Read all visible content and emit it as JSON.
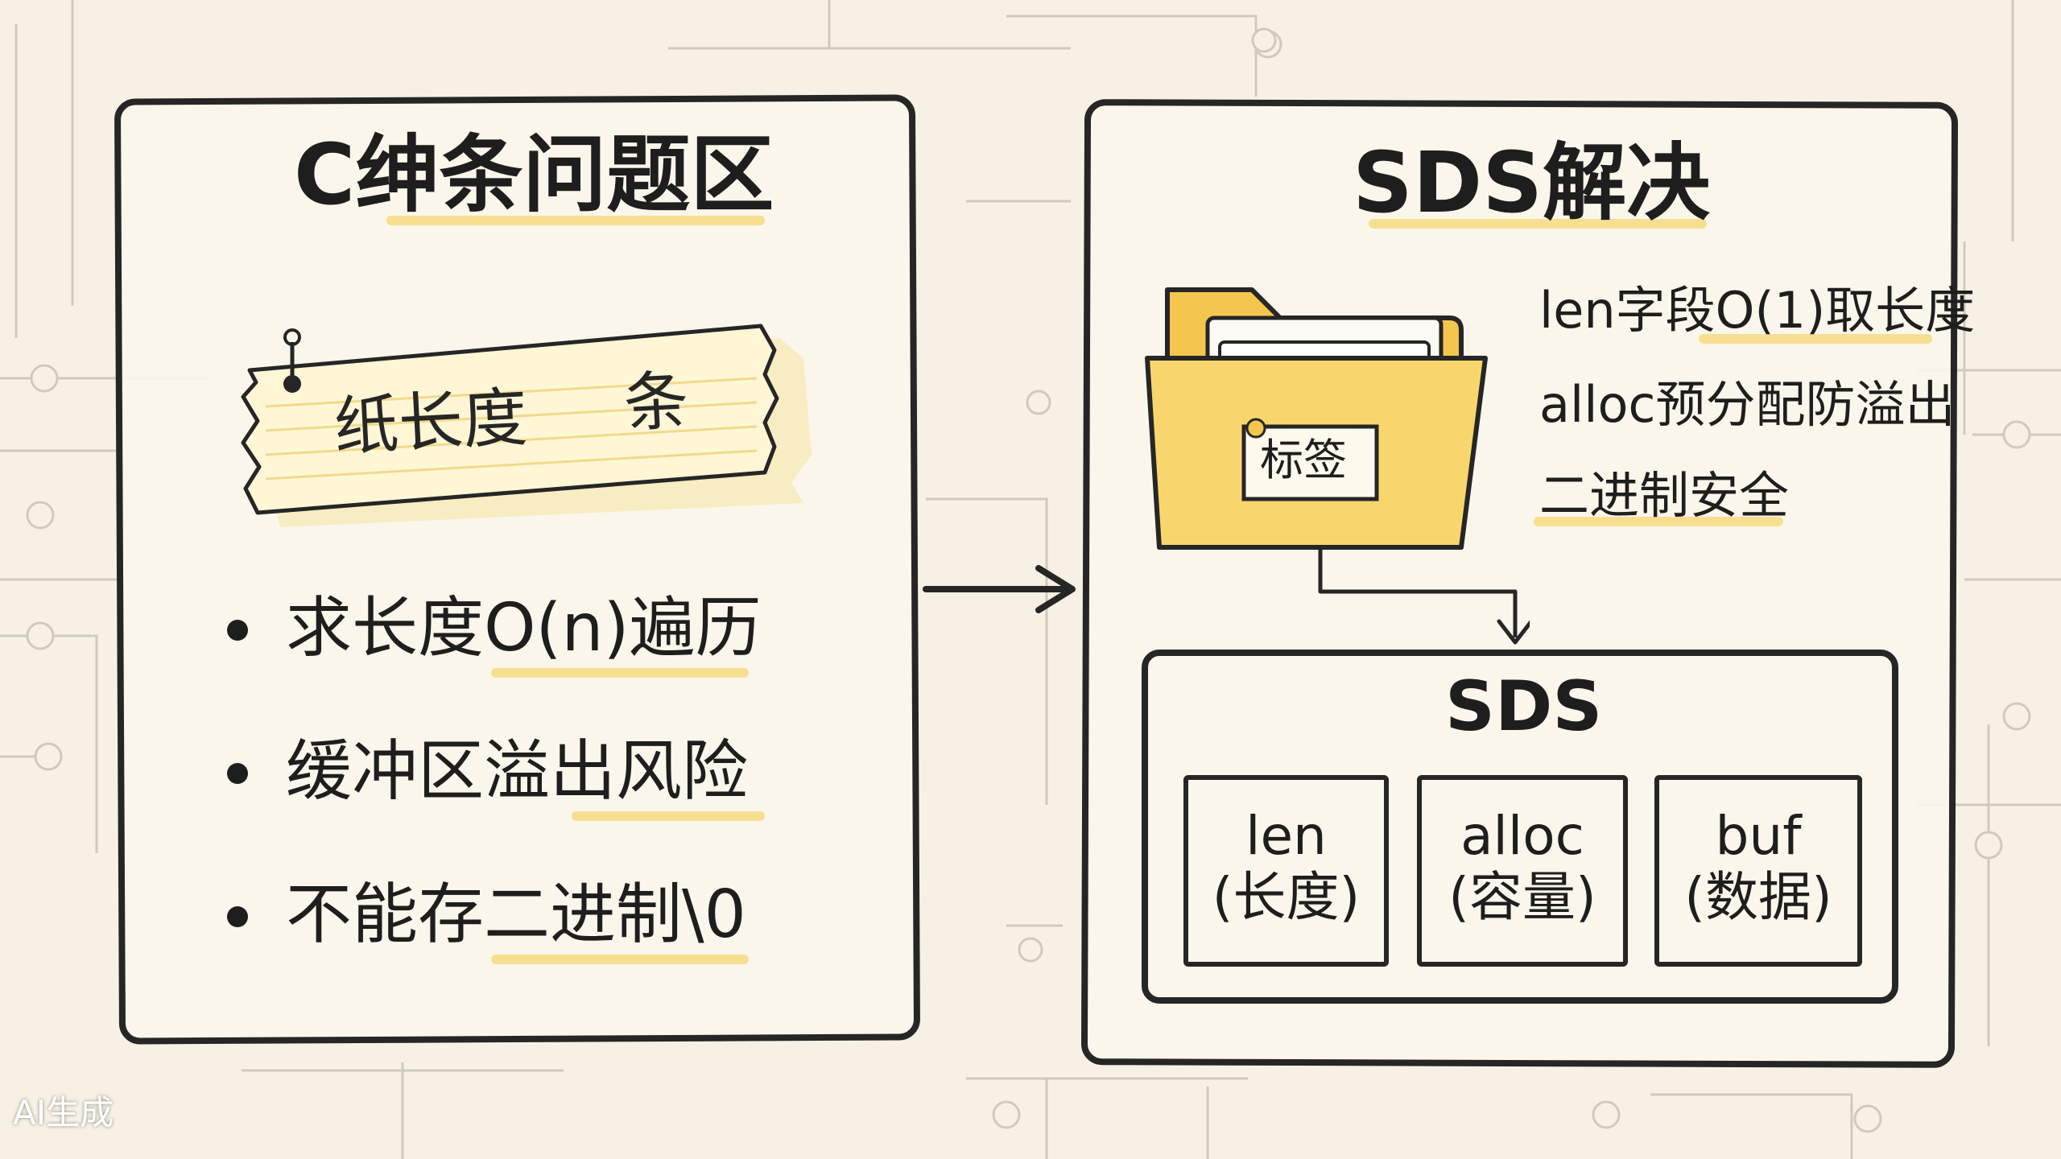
{
  "left_panel": {
    "title": "C绅条问题区",
    "note_label_left": "纸长度",
    "note_label_right": "条",
    "bullets": [
      "求长度O(n)遍历",
      "缓冲区溢出风险",
      "不能存二进制\\0"
    ]
  },
  "right_panel": {
    "title": "SDS解决",
    "folder_tag": "标签",
    "features": [
      "len字段O(1)取长度",
      "alloc预分配防溢出",
      "二进制安全"
    ],
    "sds_box": {
      "label": "SDS",
      "fields": [
        {
          "name": "len",
          "desc": "(长度)"
        },
        {
          "name": "alloc",
          "desc": "(容量)"
        },
        {
          "name": "buf",
          "desc": "(数据)"
        }
      ]
    }
  },
  "watermark": "AI生成",
  "colors": {
    "background": "#f6f1e4",
    "ink": "#262626",
    "highlight": "#f3d56a",
    "folder": "#f7cf5c",
    "note": "#fff3c4"
  }
}
